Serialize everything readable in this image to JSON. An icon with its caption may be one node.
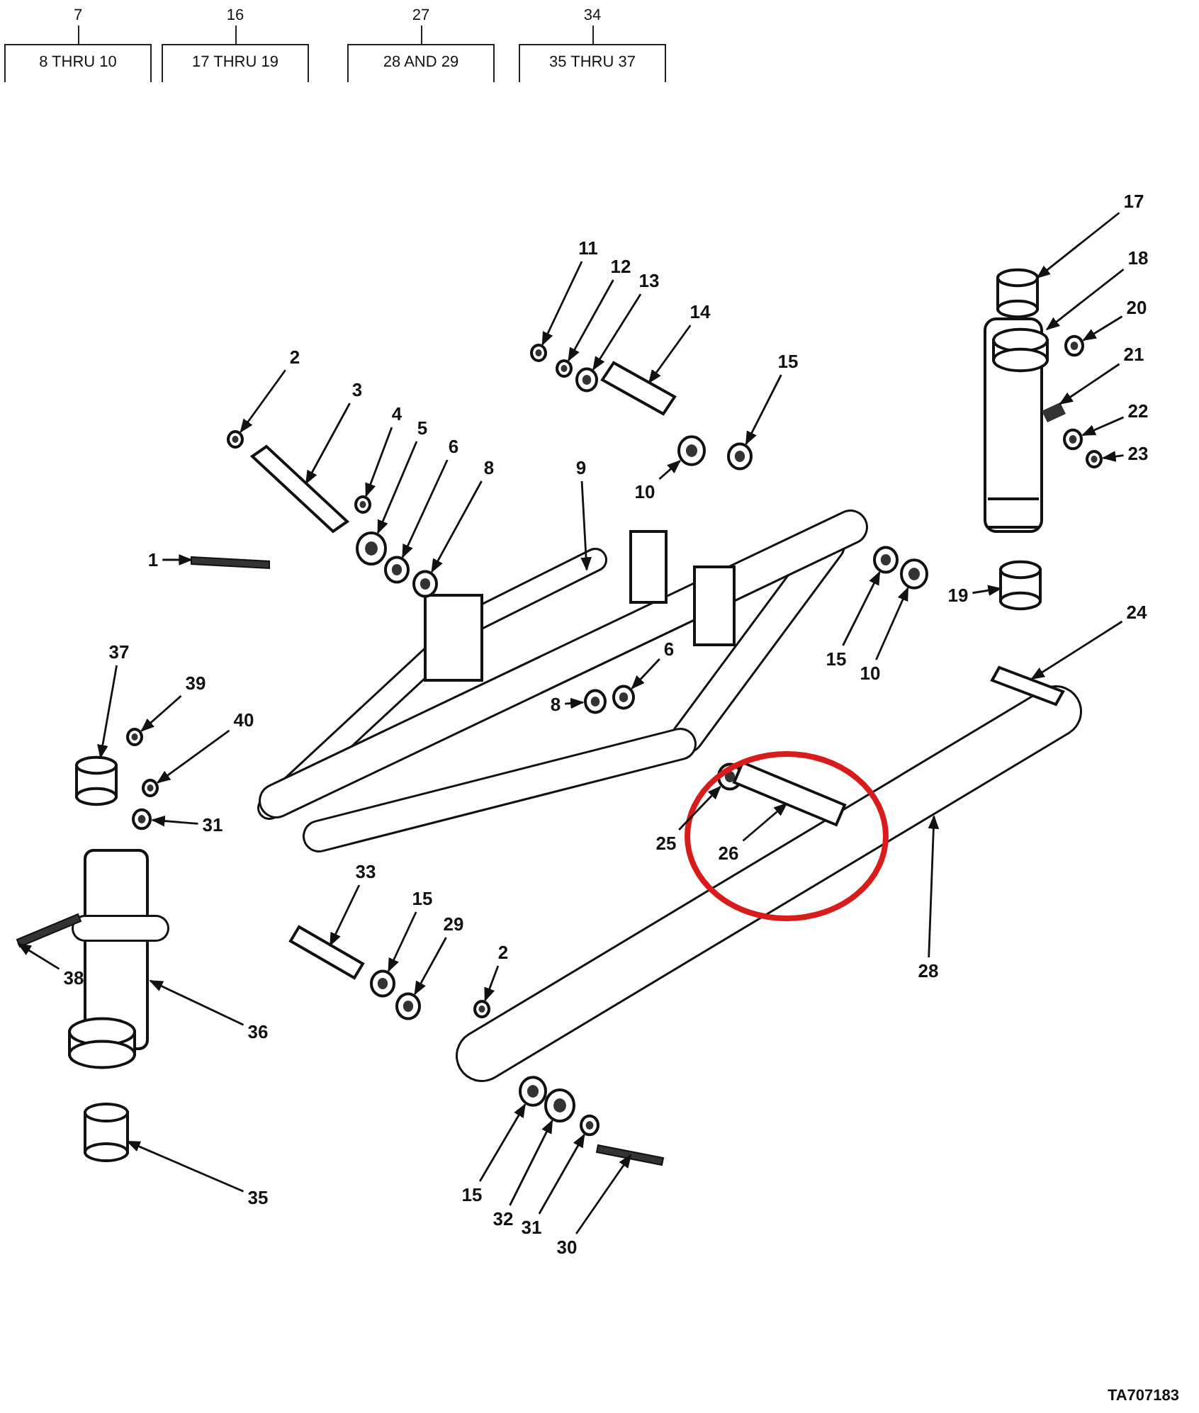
{
  "diagram": {
    "nodes": [
      {
        "text": [
          "7",
          "8 THRU 10"
        ]
      },
      {
        "text": [
          "16",
          "17 THRU 19"
        ]
      },
      {
        "text": [
          "27",
          "28 AND 29"
        ]
      },
      {
        "text": [
          "34",
          "35 THRU 37"
        ]
      },
      {
        "text": [
          "17"
        ]
      },
      {
        "text": [
          "11"
        ]
      },
      {
        "text": [
          "18"
        ]
      },
      {
        "text": [
          "12"
        ]
      },
      {
        "text": [
          "13"
        ]
      },
      {
        "text": [
          "20"
        ]
      },
      {
        "text": [
          "14"
        ]
      },
      {
        "text": [
          "21"
        ]
      },
      {
        "text": [
          "2"
        ]
      },
      {
        "text": [
          "15"
        ]
      },
      {
        "text": [
          "3"
        ]
      },
      {
        "text": [
          "22"
        ]
      },
      {
        "text": [
          "4"
        ]
      },
      {
        "text": [
          "5"
        ]
      },
      {
        "text": [
          "23"
        ]
      },
      {
        "text": [
          "6"
        ]
      },
      {
        "text": [
          "8"
        ]
      },
      {
        "text": [
          "9"
        ]
      },
      {
        "text": [
          "10"
        ]
      },
      {
        "text": [
          "1"
        ]
      },
      {
        "text": [
          "19"
        ]
      },
      {
        "text": [
          "24"
        ]
      },
      {
        "text": [
          "15"
        ]
      },
      {
        "text": [
          "10"
        ]
      },
      {
        "text": [
          "6"
        ]
      },
      {
        "text": [
          "37"
        ]
      },
      {
        "text": [
          "39"
        ]
      },
      {
        "text": [
          "8"
        ]
      },
      {
        "text": [
          "40"
        ]
      },
      {
        "text": [
          "31"
        ]
      },
      {
        "text": [
          "25"
        ]
      },
      {
        "text": [
          "26"
        ]
      },
      {
        "text": [
          "33"
        ]
      },
      {
        "text": [
          "15"
        ]
      },
      {
        "text": [
          "29"
        ]
      },
      {
        "text": [
          "2"
        ]
      },
      {
        "text": [
          "28"
        ]
      },
      {
        "text": [
          "38"
        ]
      },
      {
        "text": [
          "36"
        ]
      },
      {
        "text": [
          "35"
        ]
      },
      {
        "text": [
          "15"
        ]
      },
      {
        "text": [
          "32"
        ]
      },
      {
        "text": [
          "31"
        ]
      },
      {
        "text": [
          "30"
        ]
      },
      {
        "text": [],
        "shape": "cylinder"
      },
      {
        "text": [],
        "shape": "circle"
      },
      {
        "text": [],
        "shape": "cylinder"
      },
      {
        "text": [],
        "shape": "circle"
      },
      {
        "text": [],
        "shape": "circle"
      },
      {
        "text": [],
        "shape": "circle"
      },
      {
        "text": [],
        "shape": "bar"
      },
      {
        "text": [],
        "shape": "box"
      },
      {
        "text": [],
        "shape": "circle"
      },
      {
        "text": [],
        "shape": "circle"
      },
      {
        "text": [],
        "shape": "bar"
      },
      {
        "text": [],
        "shape": "circle"
      },
      {
        "text": [],
        "shape": "circle"
      },
      {
        "text": [],
        "shape": "circle"
      },
      {
        "text": [],
        "shape": "circle"
      },
      {
        "text": [],
        "shape": "circle"
      },
      {
        "text": [],
        "shape": "circle"
      },
      {
        "text": [],
        "shape": "circle"
      },
      {
        "text": [],
        "shape": "bar"
      },
      {
        "text": [],
        "shape": "cylinder"
      },
      {
        "text": [],
        "shape": "bar"
      },
      {
        "text": [],
        "shape": "circle"
      },
      {
        "text": [],
        "shape": "circle"
      },
      {
        "text": [],
        "shape": "circle"
      },
      {
        "text": [],
        "shape": "cylinder"
      },
      {
        "text": [],
        "shape": "circle"
      },
      {
        "text": [],
        "shape": "circle"
      },
      {
        "text": [],
        "shape": "circle"
      },
      {
        "text": [],
        "shape": "circle"
      },
      {
        "text": [],
        "shape": "circle"
      },
      {
        "text": [],
        "shape": "bar"
      },
      {
        "text": [],
        "shape": "bar"
      },
      {
        "text": [],
        "shape": "circle"
      },
      {
        "text": [],
        "shape": "circle"
      },
      {
        "text": [],
        "shape": "circle"
      },
      {
        "text": [],
        "shape": "bar"
      },
      {
        "text": [],
        "shape": "cylinder"
      },
      {
        "text": [],
        "shape": "circle"
      },
      {
        "text": [],
        "shape": "circle"
      },
      {
        "text": [],
        "shape": "circle"
      },
      {
        "text": [],
        "shape": "bar"
      }
    ],
    "edges": [
      {
        "from": 4,
        "to": 48,
        "arrow": "to"
      },
      {
        "from": 5,
        "to": 49,
        "arrow": "to"
      },
      {
        "from": 6,
        "to": 50,
        "arrow": "to"
      },
      {
        "from": 7,
        "to": 51,
        "arrow": "to"
      },
      {
        "from": 8,
        "to": 52,
        "arrow": "to"
      },
      {
        "from": 9,
        "to": 53,
        "arrow": "to"
      },
      {
        "from": 10,
        "to": 54,
        "arrow": "to"
      },
      {
        "from": 11,
        "to": 55,
        "arrow": "to"
      },
      {
        "from": 12,
        "to": 56,
        "arrow": "to"
      },
      {
        "from": 13,
        "to": 57,
        "arrow": "to"
      },
      {
        "from": 14,
        "to": 58,
        "arrow": "to"
      },
      {
        "from": 15,
        "to": 59,
        "arrow": "to"
      },
      {
        "from": 16,
        "to": 60,
        "arrow": "to"
      },
      {
        "from": 17,
        "to": 61,
        "arrow": "to"
      },
      {
        "from": 18,
        "to": 62,
        "arrow": "to"
      },
      {
        "from": 19,
        "to": 63,
        "arrow": "to"
      },
      {
        "from": 20,
        "to": 64,
        "arrow": "to"
      },
      {
        "from": 21,
        "to": null,
        "arrow": "to"
      },
      {
        "from": 22,
        "to": 65,
        "arrow": "to"
      },
      {
        "from": 23,
        "to": 66,
        "arrow": "to"
      },
      {
        "from": 24,
        "to": 67,
        "arrow": "to"
      },
      {
        "from": 25,
        "to": 68,
        "arrow": "to"
      },
      {
        "from": 26,
        "to": 69,
        "arrow": "to"
      },
      {
        "from": 27,
        "to": 70,
        "arrow": "to"
      },
      {
        "from": 28,
        "to": 71,
        "arrow": "to"
      },
      {
        "from": 29,
        "to": 72,
        "arrow": "to"
      },
      {
        "from": 30,
        "to": 73,
        "arrow": "to"
      },
      {
        "from": 31,
        "to": 74,
        "arrow": "to"
      },
      {
        "from": 32,
        "to": 75,
        "arrow": "to"
      },
      {
        "from": 33,
        "to": 76,
        "arrow": "to"
      },
      {
        "from": 34,
        "to": 77,
        "arrow": "to"
      },
      {
        "from": 35,
        "to": 78,
        "arrow": "to"
      },
      {
        "from": 36,
        "to": 79,
        "arrow": "to"
      },
      {
        "from": 37,
        "to": 80,
        "arrow": "to"
      },
      {
        "from": 38,
        "to": 81,
        "arrow": "to"
      },
      {
        "from": 39,
        "to": 82,
        "arrow": "to"
      },
      {
        "from": 40,
        "to": null,
        "arrow": "to"
      },
      {
        "from": 41,
        "to": 83,
        "arrow": "to"
      },
      {
        "from": 42,
        "to": null,
        "arrow": "to"
      },
      {
        "from": 43,
        "to": 84,
        "arrow": "to"
      },
      {
        "from": 44,
        "to": 85,
        "arrow": "to"
      },
      {
        "from": 45,
        "to": 86,
        "arrow": "to"
      },
      {
        "from": 46,
        "to": 87,
        "arrow": "to"
      },
      {
        "from": 47,
        "to": 88,
        "arrow": "to"
      }
    ],
    "labels": [
      "TA707183"
    ]
  }
}
